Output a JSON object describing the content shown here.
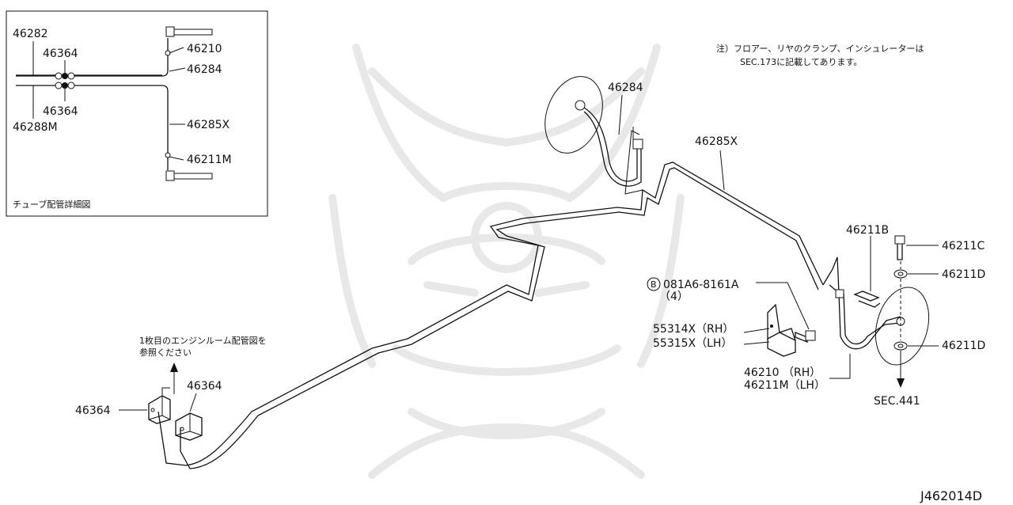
{
  "inset": {
    "caption": "チューブ配管詳細図",
    "parts": {
      "p46282": "46282",
      "p46364_top": "46364",
      "p46364_bot": "46364",
      "p46288M": "46288M",
      "p46210": "46210",
      "p46284": "46284",
      "p46285X": "46285X",
      "p46211M": "46211M"
    }
  },
  "note": {
    "line1": "注）フロアー、リヤのクランプ、インシュレーターは",
    "line2": "SEC.173に記載してあります。"
  },
  "engine_note": {
    "line1": "1枚目のエンジンルーム配管図を",
    "line2": "参照ください"
  },
  "parts": {
    "p46284": "46284",
    "p46285X": "46285X",
    "p46211B": "46211B",
    "p46211C": "46211C",
    "p46211D_top": "46211D",
    "p46211D_bot": "46211D",
    "bolt_prefix": "B",
    "bolt_code": "081A6-8161A",
    "bolt_qty": "（4）",
    "p55314X": "55314X（RH）",
    "p55315X": "55315X（LH）",
    "p46210": "46210 （RH）",
    "p46211M": "46211M（LH）",
    "p46364_left": "46364",
    "p46364_right": "46364",
    "sec441": "SEC.441"
  },
  "diagram_id": "J462014D"
}
